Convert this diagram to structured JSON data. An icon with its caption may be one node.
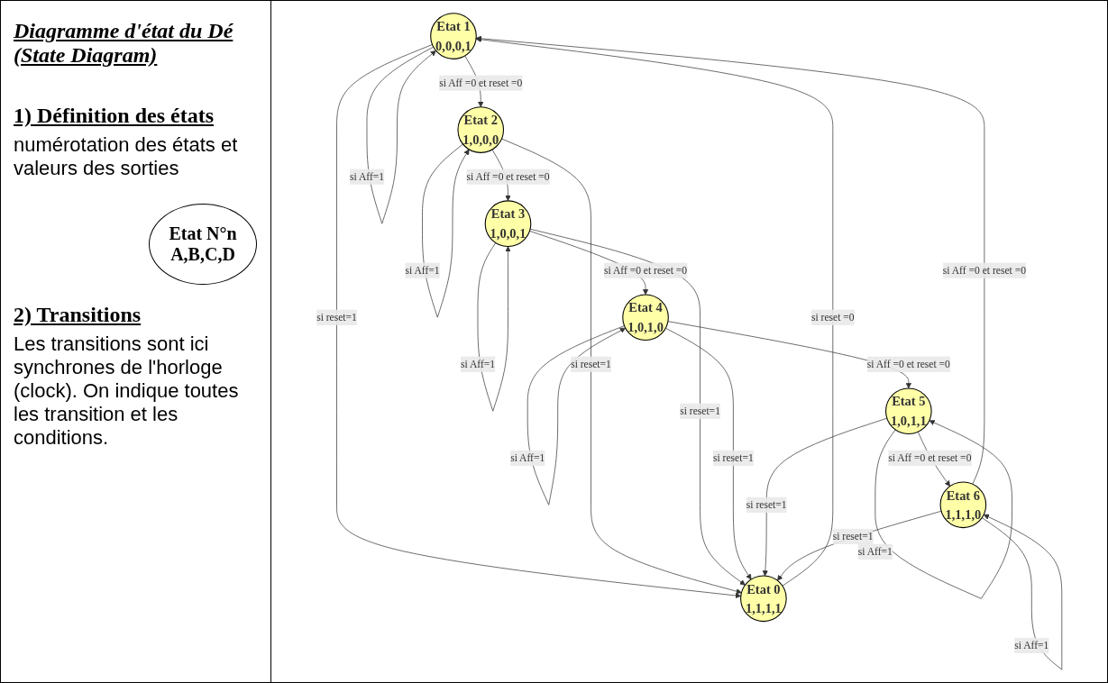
{
  "diagram": {
    "title": "Diagramme d'état du Dé (State Diagram)",
    "nodes": [
      {
        "text": [
          "Etat 1",
          "0,0,0,1"
        ]
      },
      {
        "text": [
          "Etat 2",
          "1,0,0,0"
        ]
      },
      {
        "text": [
          "Etat N°n",
          "A,B,C,D"
        ]
      },
      {
        "text": [
          "Etat 0",
          "1,1,1,1"
        ]
      },
      {
        "text": [
          "Etat 3",
          "1,0,0,1"
        ]
      },
      {
        "text": [
          "Etat 6",
          "1,1,1,0"
        ]
      },
      {
        "text": [
          "Etat 5",
          "1,0,1,1"
        ]
      },
      {
        "text": [
          "Etat 4",
          "1,0,1,0"
        ]
      }
    ],
    "edges": [
      {
        "from": 0,
        "to": 0,
        "arrow": "to",
        "label": "si Aff=1"
      },
      {
        "from": 0,
        "to": 1,
        "arrow": "to",
        "label": "si Aff =0 et reset =0"
      },
      {
        "from": 1,
        "to": 1,
        "arrow": "to",
        "label": "si Aff=1"
      },
      {
        "from": 1,
        "to": 4,
        "arrow": "to",
        "label": "si Aff =0 et reset =0"
      },
      {
        "from": 4,
        "to": 4,
        "arrow": "to",
        "label": "si Aff=1"
      },
      {
        "from": 4,
        "to": 7,
        "arrow": "to",
        "label": "si Aff =0 et reset =0"
      },
      {
        "from": 7,
        "to": 7,
        "arrow": "to",
        "label": "si Aff=1"
      },
      {
        "from": 7,
        "to": 6,
        "arrow": "to",
        "label": "si Aff =0 et reset =0"
      },
      {
        "from": 6,
        "to": 6,
        "arrow": "to",
        "label": "si Aff=1"
      },
      {
        "from": 6,
        "to": 5,
        "arrow": "to",
        "label": "si Aff =0 et reset =0"
      },
      {
        "from": 5,
        "to": 5,
        "arrow": "to",
        "label": "si Aff=1"
      },
      {
        "from": 5,
        "to": 0,
        "arrow": "to",
        "label": "si Aff =0 et reset =0"
      },
      {
        "from": 3,
        "to": 0,
        "arrow": "to",
        "label": "si reset =0"
      },
      {
        "from": 0,
        "to": 3,
        "arrow": "to",
        "label": "si reset=1"
      },
      {
        "from": 1,
        "to": 3,
        "arrow": "to",
        "label": "si reset=1"
      },
      {
        "from": 4,
        "to": 3,
        "arrow": "to",
        "label": "si reset=1"
      },
      {
        "from": 7,
        "to": 3,
        "arrow": "to",
        "label": "si reset=1"
      },
      {
        "from": 6,
        "to": 3,
        "arrow": "to",
        "label": "si reset=1"
      },
      {
        "from": 5,
        "to": 3,
        "arrow": "to",
        "label": "si reset=1"
      }
    ],
    "labels": [
      "1) Définition des états",
      "numérotation des états et valeurs des sorties",
      "2) Transitions",
      "Les transitions sont ici synchrones de l'horloge (clock). On indique toutes les transition et les conditions."
    ]
  }
}
